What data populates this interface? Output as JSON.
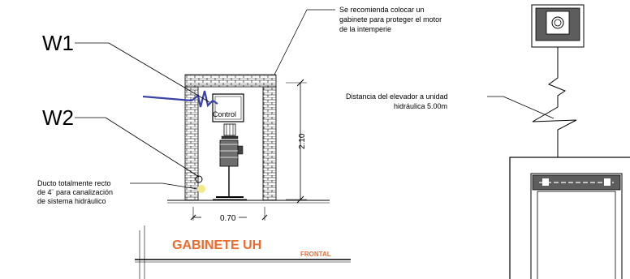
{
  "labels": {
    "w1": "W1",
    "w2": "W2",
    "control": "Control",
    "height_dim": "2.10",
    "width_dim": "0.70"
  },
  "notes": {
    "gabinete_1": "Se recomienda colocar un",
    "gabinete_2": "gabinete para proteger el motor",
    "gabinete_3": "de la intemperie",
    "ducto_1": "Ducto totalmente recto",
    "ducto_2": "de 4¨ para canalización",
    "ducto_3": "de sistema hidráulico",
    "distancia_1": "Distancia del elevador a unidad",
    "distancia_2": "hidráulica 5.00m"
  },
  "title": {
    "main": "GABINETE UH",
    "sub": "FRONTAL"
  },
  "colors": {
    "title": "#ee6b2d",
    "wire": "#3a44a8",
    "conduit_highlight": "#f3e98a",
    "line": "#000000"
  }
}
